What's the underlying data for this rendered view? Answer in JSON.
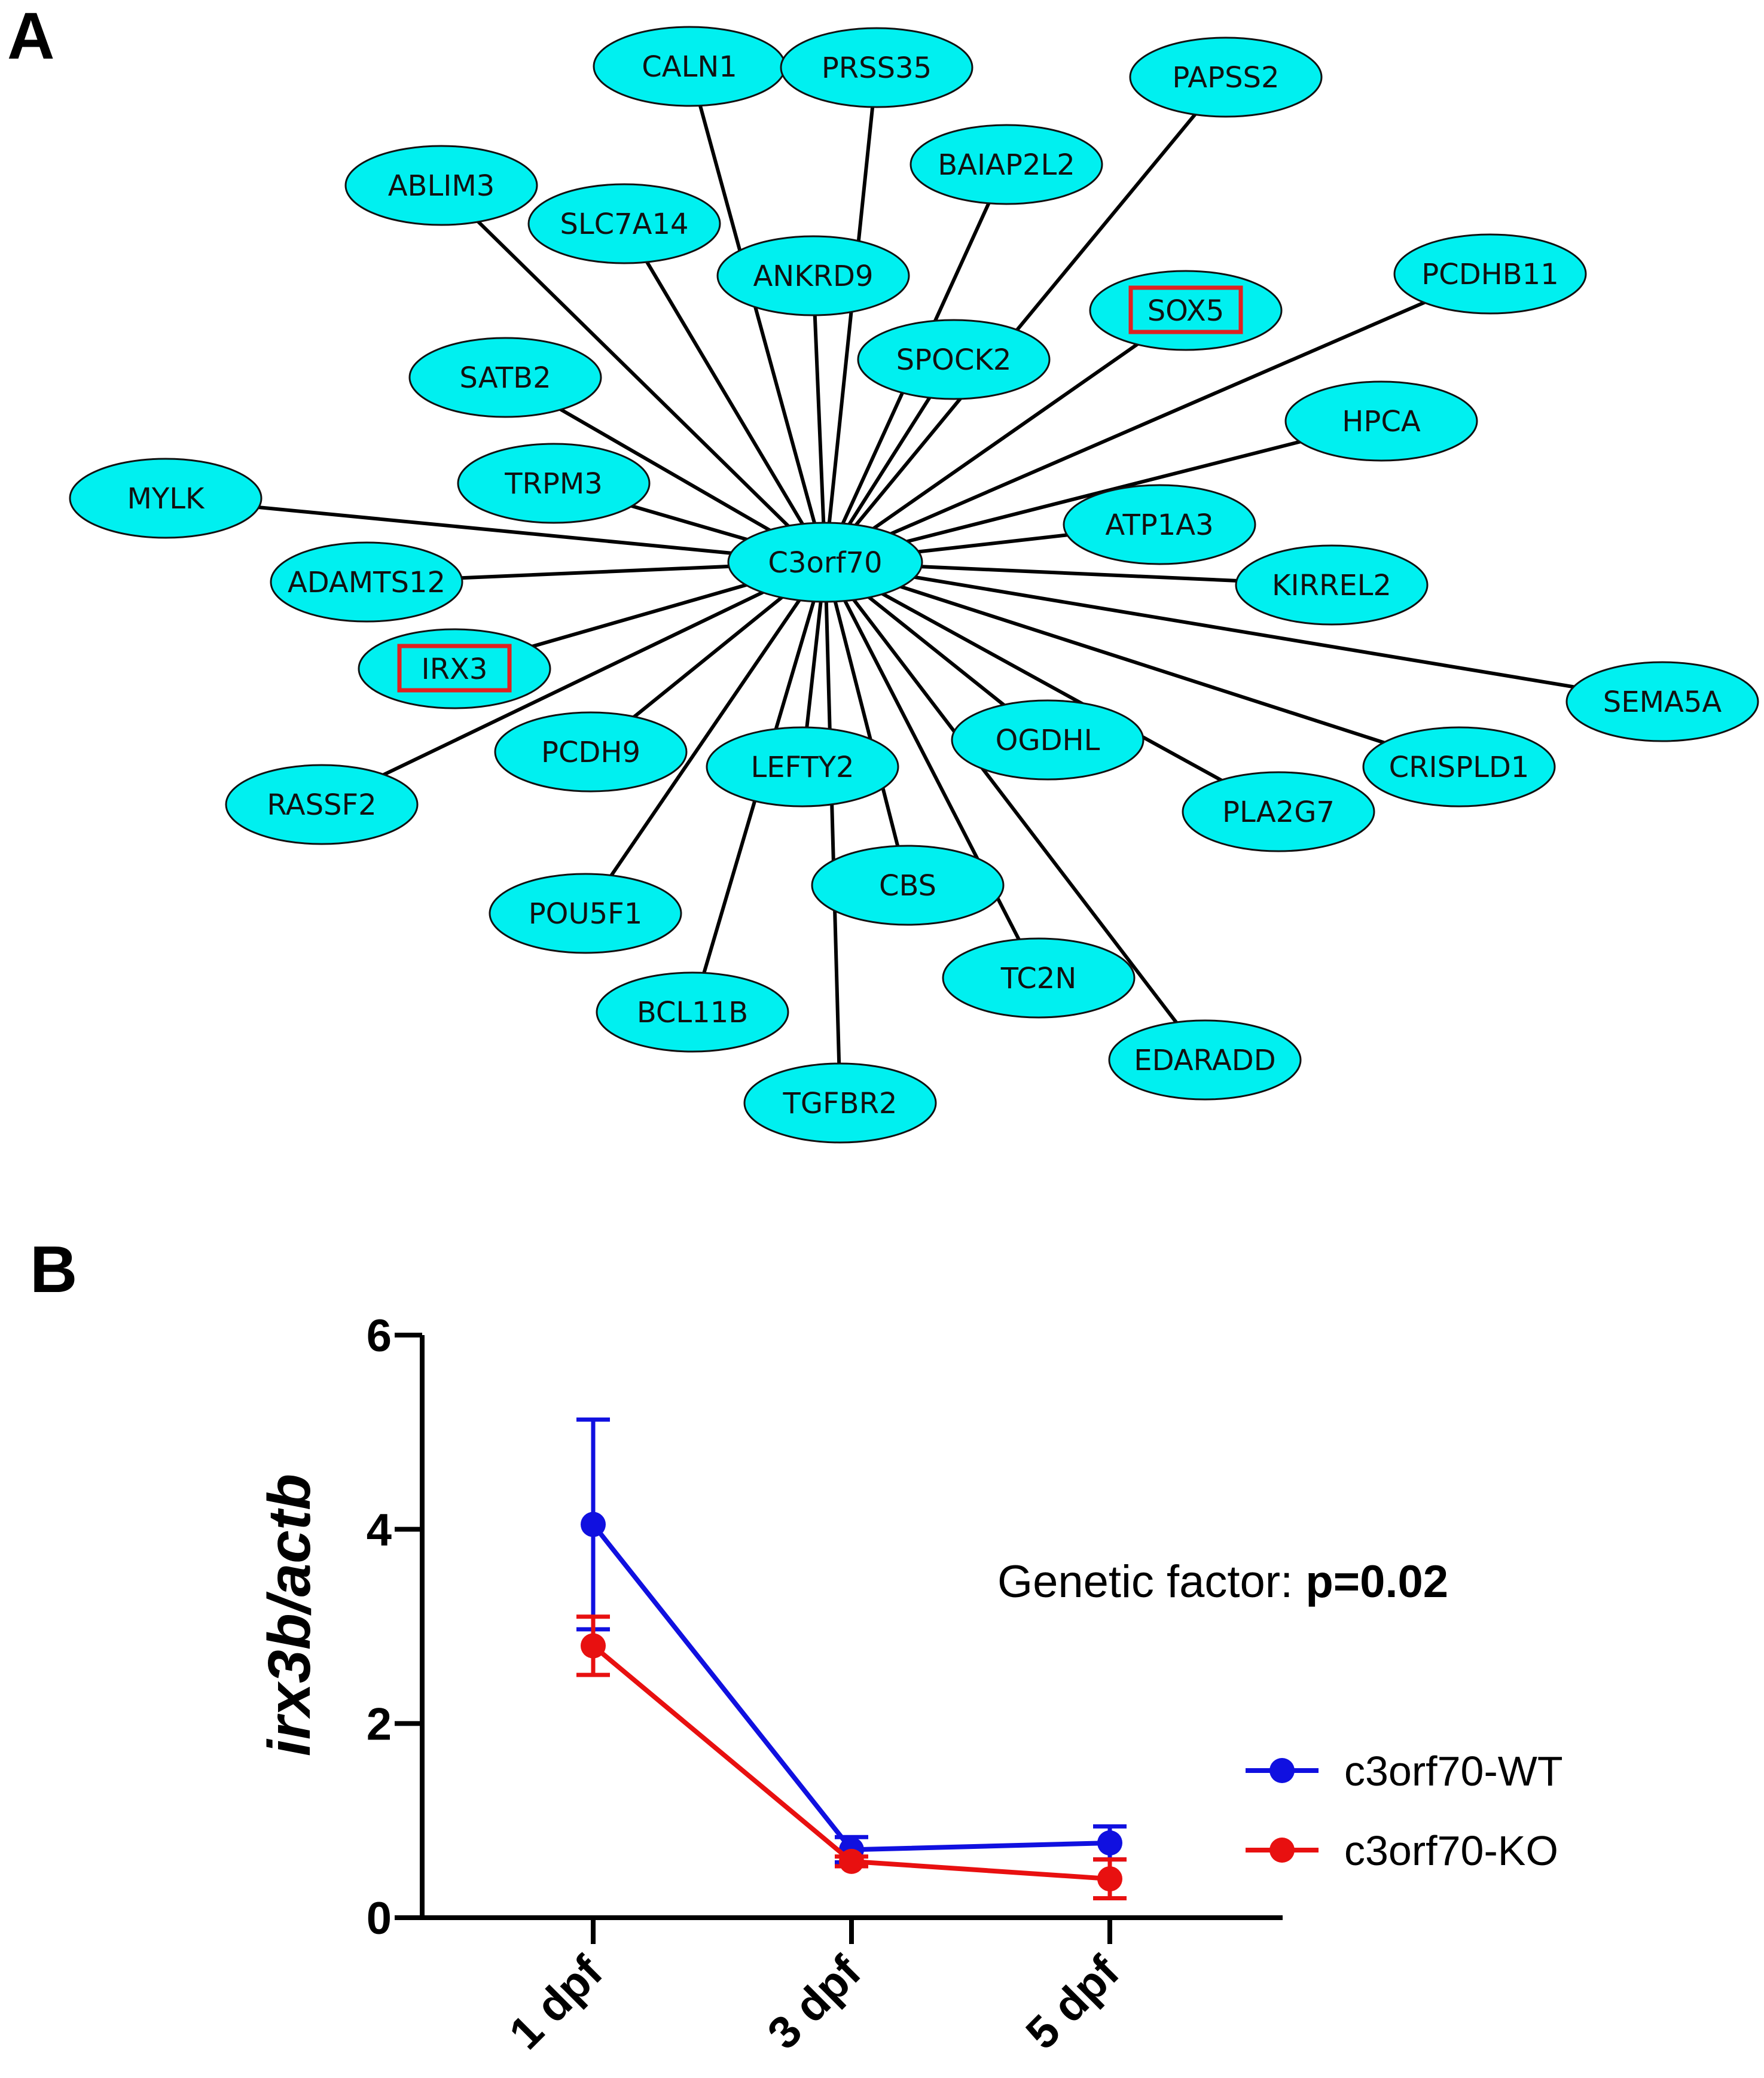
{
  "panels": {
    "a_letter": "A",
    "b_letter": "B"
  },
  "network": {
    "hub": "C3orf70",
    "nodes": [
      "CALN1",
      "PRSS35",
      "PAPSS2",
      "BAIAP2L2",
      "ABLIM3",
      "SLC7A14",
      "ANKRD9",
      "PCDHB11",
      "SOX5",
      "SPOCK2",
      "SATB2",
      "HPCA",
      "TRPM3",
      "MYLK",
      "ATP1A3",
      "ADAMTS12",
      "KIRREL2",
      "IRX3",
      "SEMA5A",
      "OGDHL",
      "PCDH9",
      "LEFTY2",
      "CRISPLD1",
      "RASSF2",
      "PLA2G7",
      "CBS",
      "POU5F1",
      "TC2N",
      "BCL11B",
      "EDARADD",
      "TGFBR2"
    ],
    "highlighted": [
      "SOX5",
      "IRX3"
    ],
    "colors": {
      "node_fill": "#00f0f0",
      "highlight_box": "#e02020"
    }
  },
  "chart_data": {
    "type": "line",
    "title": "",
    "xlabel": "",
    "ylabel": "irx3b/actb",
    "categories": [
      "1 dpf",
      "3 dpf",
      "5 dpf"
    ],
    "ylim": [
      0,
      6
    ],
    "yticks": [
      "0",
      "2",
      "4",
      "6"
    ],
    "grid": false,
    "legend_position": "right",
    "series": [
      {
        "name": "c3orf70-WT",
        "color": "#1010e0",
        "values": [
          4.05,
          0.7,
          0.77
        ],
        "error": [
          1.08,
          0.13,
          0.17
        ]
      },
      {
        "name": "c3orf70-KO",
        "color": "#e81010",
        "values": [
          2.8,
          0.58,
          0.4
        ],
        "error": [
          0.3,
          0.05,
          0.2
        ]
      }
    ],
    "annotation": {
      "prefix": "Genetic factor: ",
      "value": "p=0.02"
    }
  }
}
